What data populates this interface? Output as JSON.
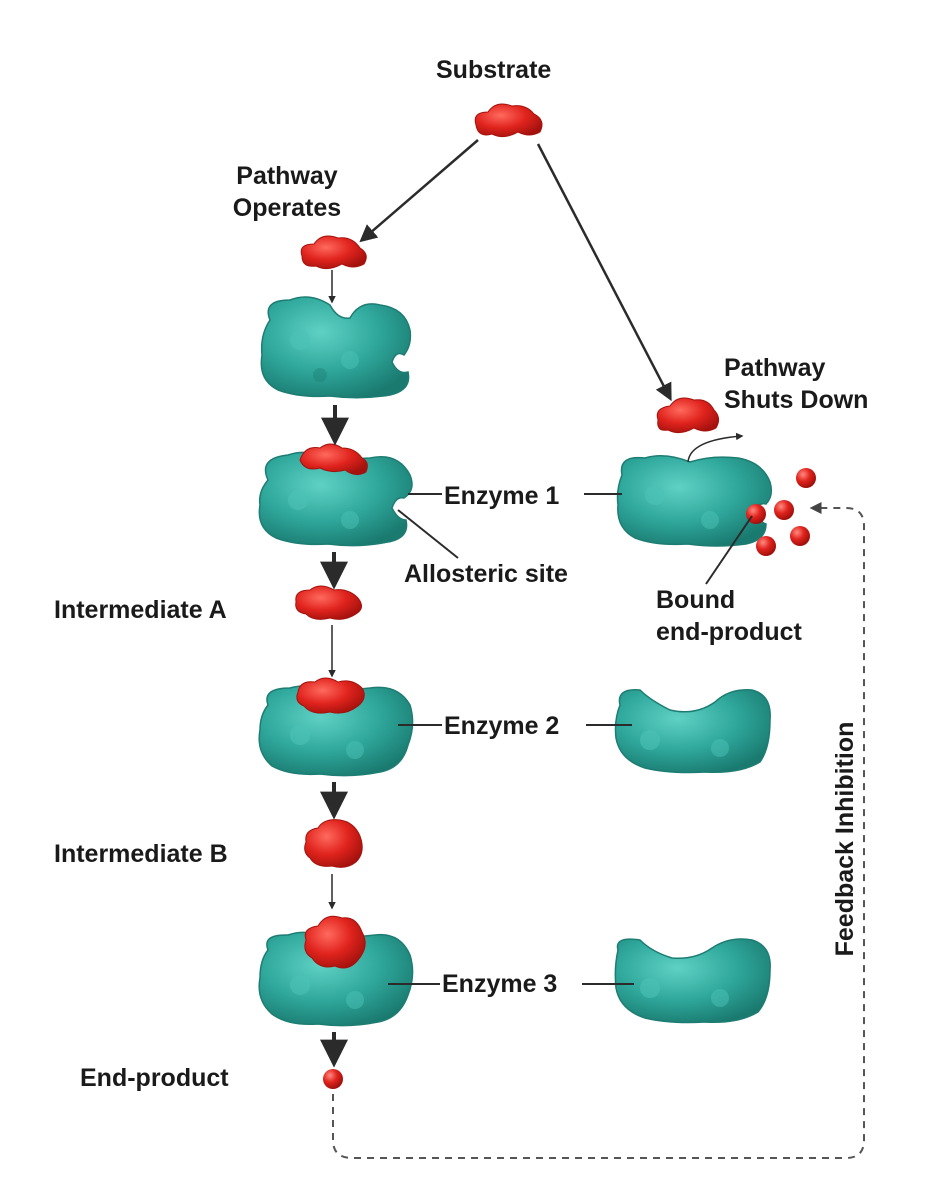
{
  "labels": {
    "substrate": "Substrate",
    "pathway_operates_1": "Pathway",
    "pathway_operates_2": "Operates",
    "pathway_shuts_1": "Pathway",
    "pathway_shuts_2": "Shuts Down",
    "enzyme_1": "Enzyme 1",
    "enzyme_2": "Enzyme 2",
    "enzyme_3": "Enzyme 3",
    "allosteric_site": "Allosteric site",
    "bound_1": "Bound",
    "bound_2": "end-product",
    "intermediate_a": "Intermediate A",
    "intermediate_b": "Intermediate B",
    "end_product": "End-product",
    "feedback_inhibition": "Feedback Inhibition"
  },
  "colors": {
    "enzyme": "#2fa79b",
    "enzyme_dark": "#1d7d73",
    "molecule": "#e0231d",
    "molecule_dark": "#a5120e",
    "arrow": "#2b2b2b",
    "dashed": "#555555"
  }
}
